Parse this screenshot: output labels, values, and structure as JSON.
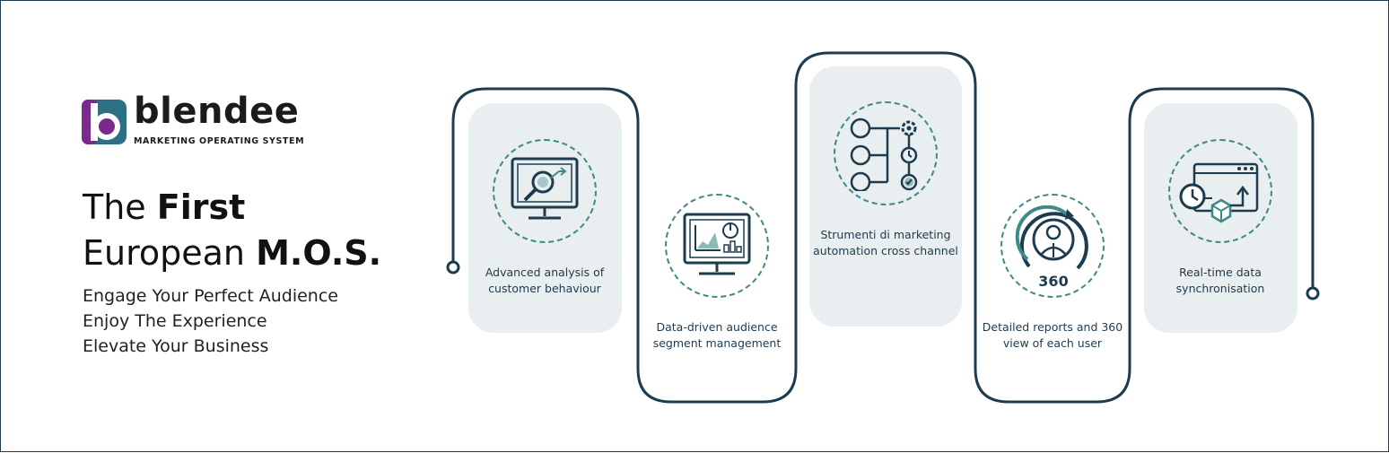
{
  "brand": {
    "name": "blendee",
    "tagline": "MARKETING OPERATING SYSTEM",
    "colors": {
      "purple": "#7b2a8c",
      "teal": "#2d6f83",
      "dark": "#1d3b4e",
      "accent_teal": "#3f8a86",
      "card_bg": "#e9eef0"
    }
  },
  "headline": {
    "line1_regular": "The",
    "line1_bold": "First",
    "line2_regular": "European",
    "line2_bold": "M.O.S."
  },
  "taglines": [
    "Engage Your Perfect Audience",
    "Enjoy The Experience",
    "Elevate Your Business"
  ],
  "features": [
    {
      "label": "Advanced analysis of customer behaviour",
      "icon": "monitor-magnifier-icon"
    },
    {
      "label": "Data-driven audience segment management",
      "icon": "monitor-charts-icon"
    },
    {
      "label": "Strumenti di marketing automation cross channel",
      "icon": "workflow-automation-icon"
    },
    {
      "label": "Detailed reports and 360 view of each user",
      "icon": "user-360-icon",
      "icon_text": "360"
    },
    {
      "label": "Real-time data synchronisation",
      "icon": "realtime-sync-icon"
    }
  ]
}
